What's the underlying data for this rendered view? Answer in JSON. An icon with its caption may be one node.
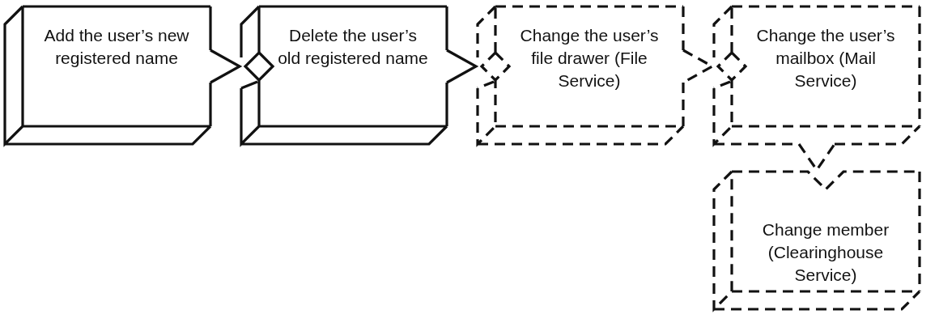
{
  "diagram": {
    "nodes": [
      {
        "text": [
          "Add the user’s new registered name"
        ]
      },
      {
        "text": [
          "Delete the user’s old registered name"
        ]
      },
      {
        "text": [
          "Change the user’s file drawer (File Service)"
        ]
      },
      {
        "text": [
          "Change the user’s mailbox (Mail Service)"
        ]
      },
      {
        "text": [
          "Change member (Clearinghouse Service)"
        ]
      }
    ],
    "edges": [
      {
        "from": 0,
        "to": 1,
        "arrow": "to"
      },
      {
        "from": 1,
        "to": 2,
        "arrow": "to"
      },
      {
        "from": 2,
        "to": 3,
        "arrow": "to",
        "style": "dashed"
      },
      {
        "from": 3,
        "to": 4,
        "arrow": "to",
        "style": "dashed"
      }
    ]
  }
}
